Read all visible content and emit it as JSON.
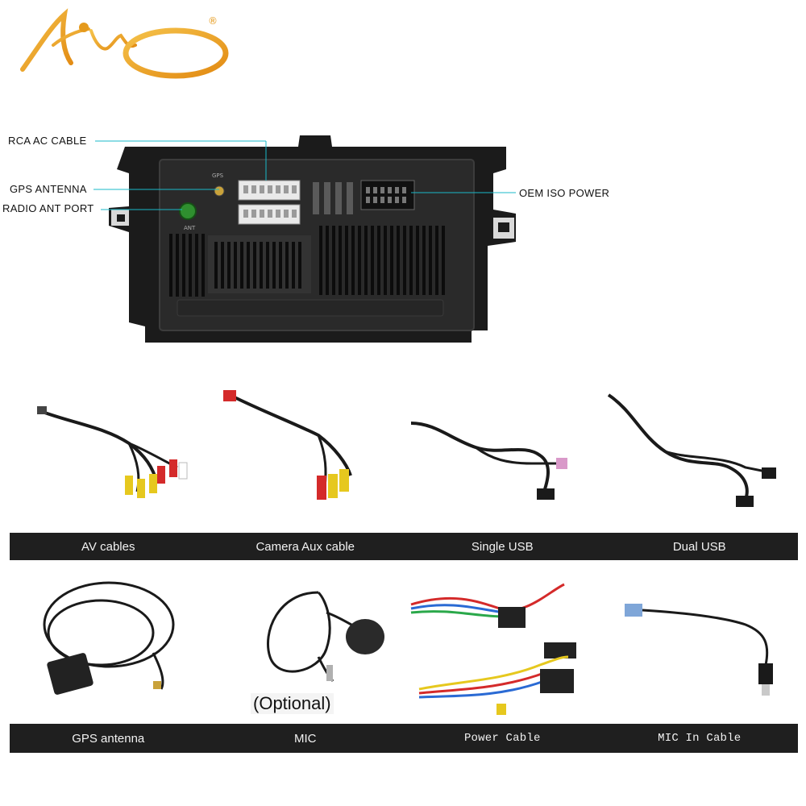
{
  "logo": {
    "mark": "AW",
    "registered": "®"
  },
  "panel": {
    "callouts": {
      "rca": "RCA AC CABLE",
      "gps": "GPS ANTENNA",
      "radio": "RADIO ANT PORT",
      "oem": "OEM ISO POWER"
    },
    "port_labels": {
      "gps": "GPS",
      "ant": "ANT"
    },
    "colors": {
      "leader": "#19b8c8",
      "body": "#1b1b1b"
    }
  },
  "accessories": {
    "row1": [
      {
        "label": "AV cables",
        "icon": "av-cables-icon"
      },
      {
        "label": "Camera Aux cable",
        "icon": "camera-aux-cable-icon"
      },
      {
        "label": "Single USB",
        "icon": "single-usb-icon"
      },
      {
        "label": "Dual USB",
        "icon": "dual-usb-icon"
      }
    ],
    "row2": [
      {
        "label": "GPS antenna",
        "icon": "gps-antenna-icon"
      },
      {
        "label": "MIC",
        "icon": "mic-icon"
      },
      {
        "label": "Power Cable",
        "icon": "power-cable-icon"
      },
      {
        "label": "MIC In Cable",
        "icon": "mic-in-cable-icon"
      }
    ],
    "optional_note": "(Optional)"
  }
}
